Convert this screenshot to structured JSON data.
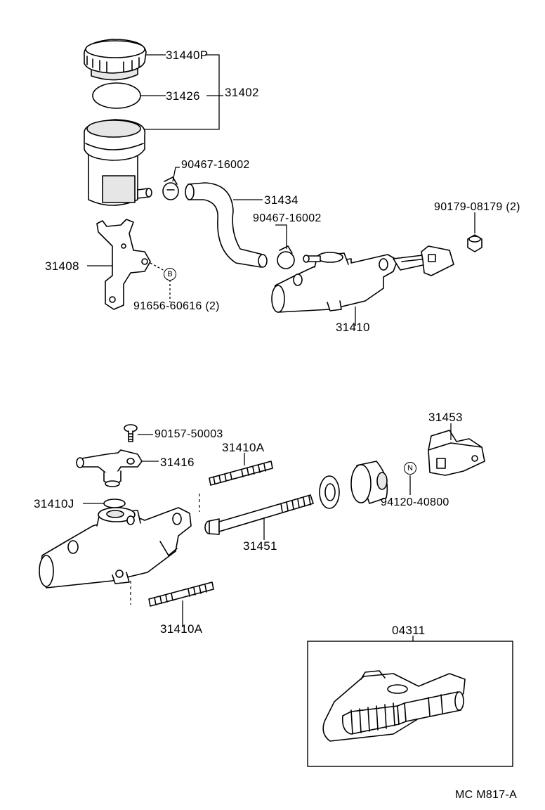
{
  "labels": {
    "l31440p": "31440P",
    "l31426": "31426",
    "l31402": "31402",
    "l90467a": "90467-16002",
    "l31434": "31434",
    "l90467b": "90467-16002",
    "l90179": "90179-08179 (2)",
    "l31408": "31408",
    "l91656": "91656-60616 (2)",
    "l31410": "31410",
    "l90157": "90157-50003",
    "l31410a_top": "31410A",
    "l31416": "31416",
    "l31410j": "31410J",
    "l31451": "31451",
    "l31410a_bot": "31410A",
    "l31453": "31453",
    "l94120": "94120-40800",
    "l04311": "04311",
    "code": "MC M817-A"
  },
  "markers": {
    "b": "B",
    "n": "N"
  }
}
